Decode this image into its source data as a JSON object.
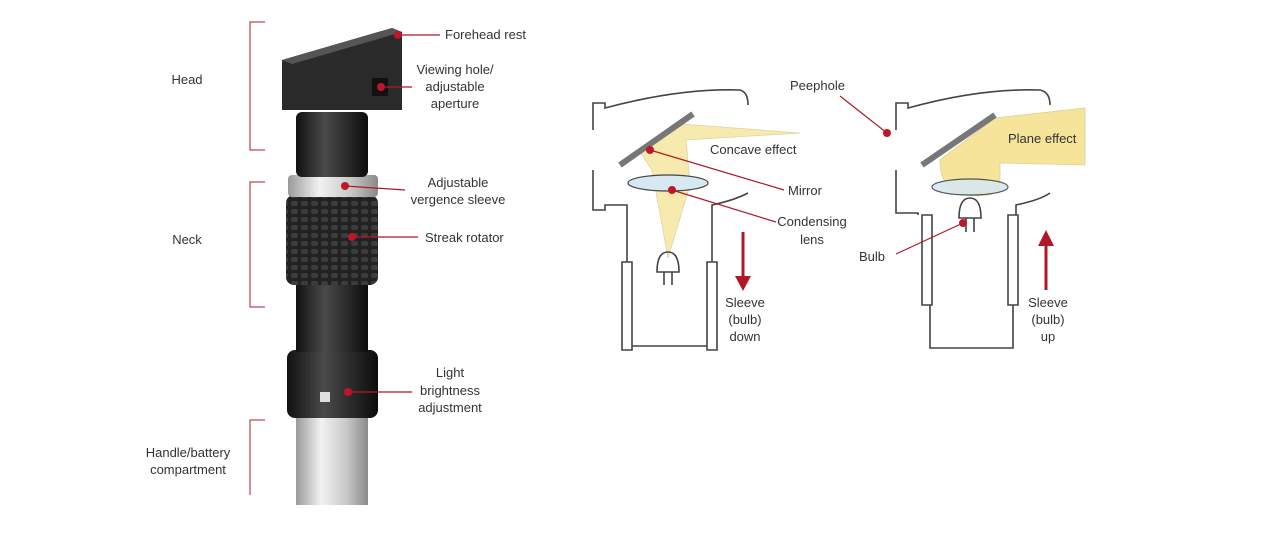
{
  "scope": {
    "sections": {
      "head": "Head",
      "neck": "Neck",
      "handle": [
        "Handle/battery",
        "compartment"
      ]
    },
    "callouts": {
      "forehead_rest": "Forehead rest",
      "viewing_hole": [
        "Viewing hole/",
        "adjustable",
        "aperture"
      ],
      "vergence_sleeve": [
        "Adjustable",
        "vergence sleeve"
      ],
      "streak_rotator": "Streak rotator",
      "light_brightness": [
        "Light",
        "brightness",
        "adjustment"
      ]
    }
  },
  "optics": {
    "peephole": "Peephole",
    "concave_effect": "Concave effect",
    "mirror": "Mirror",
    "condensing_lens": [
      "Condensing",
      "lens"
    ],
    "sleeve_down": [
      "Sleeve",
      "(bulb)",
      "down"
    ],
    "plane_effect": "Plane effect",
    "bulb": "Bulb",
    "sleeve_up": [
      "Sleeve",
      "(bulb)",
      "up"
    ]
  },
  "colors": {
    "accent": "#c0162a",
    "beam": "#f5e69a"
  }
}
